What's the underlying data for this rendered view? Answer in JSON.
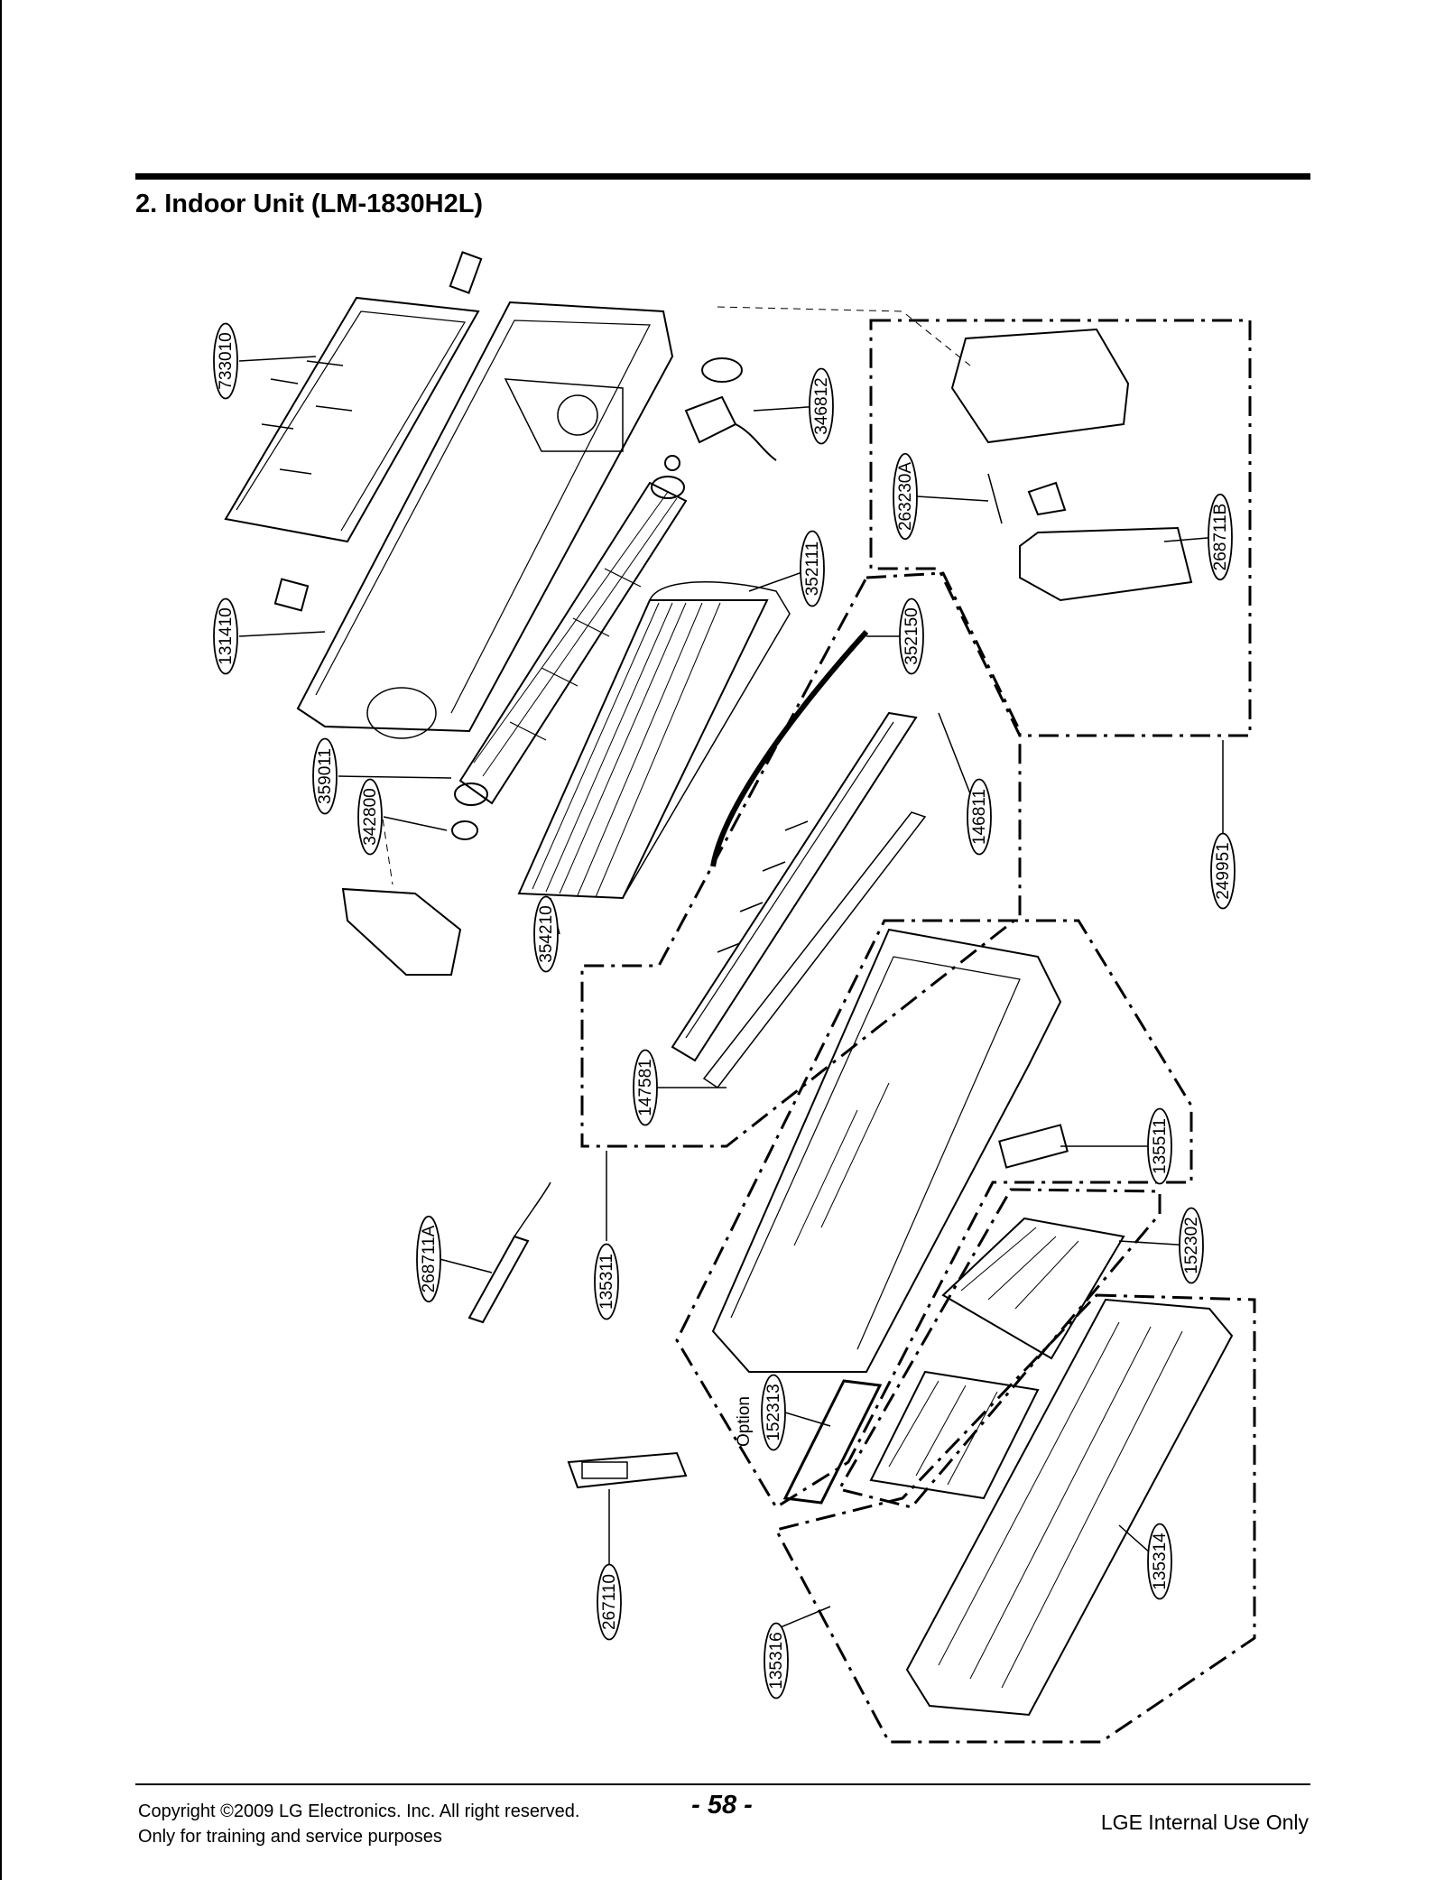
{
  "header": {
    "title": "2. Indoor Unit (LM-1830H2L)"
  },
  "footer": {
    "copyright": "Copyright ©2009 LG Electronics. Inc. All right reserved.",
    "purpose": "Only for training and service purposes",
    "page_number": "- 58 -",
    "internal": "LGE Internal Use Only"
  },
  "diagram": {
    "callouts": [
      {
        "id": "733010"
      },
      {
        "id": "131410"
      },
      {
        "id": "359011"
      },
      {
        "id": "342800"
      },
      {
        "id": "354210"
      },
      {
        "id": "346812"
      },
      {
        "id": "352111"
      },
      {
        "id": "352150"
      },
      {
        "id": "146811"
      },
      {
        "id": "147581"
      },
      {
        "id": "135311"
      },
      {
        "id": "263230A"
      },
      {
        "id": "268711B"
      },
      {
        "id": "249951"
      },
      {
        "id": "135511"
      },
      {
        "id": "152302"
      },
      {
        "id": "268711A"
      },
      {
        "id": "152313"
      },
      {
        "id": "267110"
      },
      {
        "id": "135316"
      },
      {
        "id": "135314"
      }
    ],
    "option_label": "Option"
  }
}
